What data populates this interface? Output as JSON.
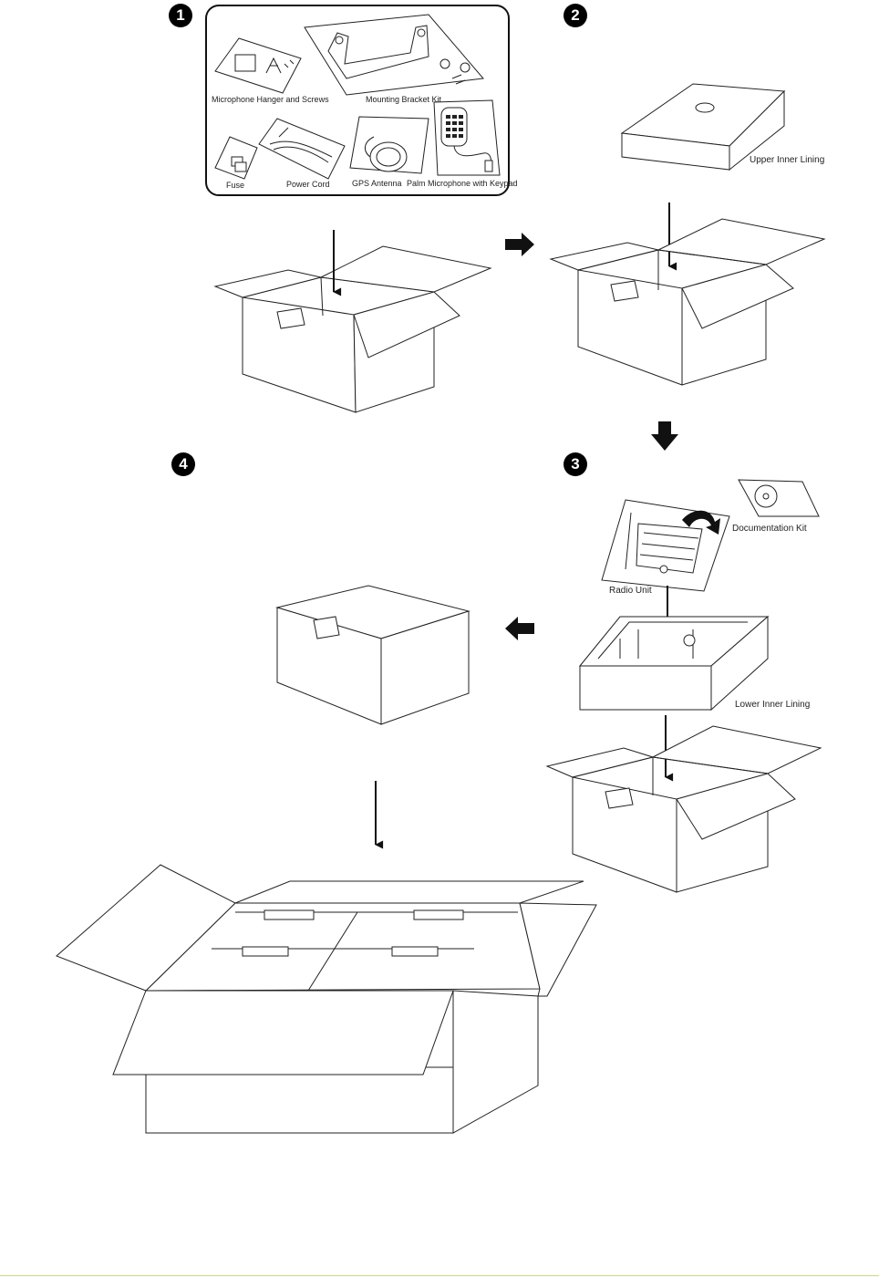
{
  "steps": [
    "1",
    "2",
    "3",
    "4"
  ],
  "kit_labels": {
    "mic_hanger": "Microphone Hanger and Screws",
    "bracket": "Mounting Bracket Kit",
    "fuse": "Fuse",
    "power_cord": "Power Cord",
    "gps": "GPS Antenna",
    "palm_mic": "Palm Microphone with Keypad"
  },
  "upper_lining": "Upper Inner Lining",
  "documentation": "Documentation Kit",
  "radio_unit": "Radio Unit",
  "lower_lining": "Lower Inner Lining",
  "colors": {
    "line": "#222222",
    "footer_rule": "#c7d98a"
  }
}
